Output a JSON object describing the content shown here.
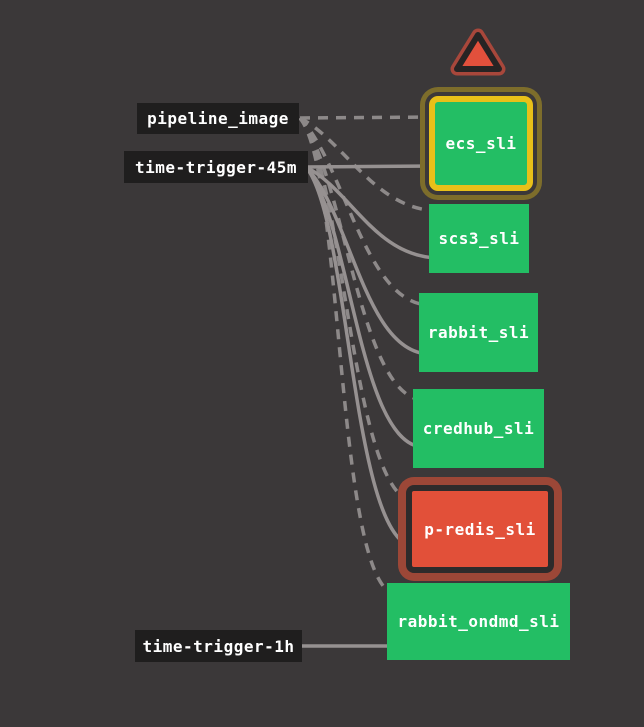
{
  "app": {
    "name": "pipeline-graph"
  },
  "colors": {
    "background": "#3b3839",
    "label_bg": "#1f1e1e",
    "label_text": "#ffffff",
    "job_green": "#23be64",
    "job_red": "#e25039",
    "running_border_yellow": "#e8c019",
    "running_ring_olive": "#7d6d2b",
    "failed_ring": "#9c4737",
    "failed_inner_border": "#2e2b2b",
    "edge_dashed": "#8d8989",
    "edge_solid": "#969191",
    "triangle_fill": "#e2503c",
    "triangle_ring": "#a8473b",
    "triangle_inner_stroke": "#272424"
  },
  "icons": [
    {
      "name": "triangle-icon",
      "shape": "rounded-triangle-up",
      "fill": "#e2503c"
    }
  ],
  "resources": [
    {
      "id": "pipeline_image",
      "label": "pipeline_image"
    },
    {
      "id": "time-trigger-45m",
      "label": "time-trigger-45m"
    },
    {
      "id": "time-trigger-1h",
      "label": "time-trigger-1h"
    }
  ],
  "jobs": [
    {
      "id": "ecs_sli",
      "label": "ecs_sli",
      "status": "succeeded-running"
    },
    {
      "id": "scs3_sli",
      "label": "scs3_sli",
      "status": "succeeded"
    },
    {
      "id": "rabbit_sli",
      "label": "rabbit_sli",
      "status": "succeeded"
    },
    {
      "id": "credhub_sli",
      "label": "credhub_sli",
      "status": "succeeded"
    },
    {
      "id": "p-redis_sli",
      "label": "p-redis_sli",
      "status": "failed-running"
    },
    {
      "id": "rabbit_ondmd_sli",
      "label": "rabbit_ondmd_sli",
      "status": "succeeded"
    }
  ],
  "edges": [
    {
      "from": "pipeline_image",
      "to": "ecs_sli",
      "kind": "input"
    },
    {
      "from": "pipeline_image",
      "to": "scs3_sli",
      "kind": "input"
    },
    {
      "from": "pipeline_image",
      "to": "rabbit_sli",
      "kind": "input"
    },
    {
      "from": "pipeline_image",
      "to": "credhub_sli",
      "kind": "input"
    },
    {
      "from": "pipeline_image",
      "to": "p-redis_sli",
      "kind": "input"
    },
    {
      "from": "pipeline_image",
      "to": "rabbit_ondmd_sli",
      "kind": "input"
    },
    {
      "from": "time-trigger-45m",
      "to": "ecs_sli",
      "kind": "trigger"
    },
    {
      "from": "time-trigger-45m",
      "to": "scs3_sli",
      "kind": "trigger"
    },
    {
      "from": "time-trigger-45m",
      "to": "rabbit_sli",
      "kind": "trigger"
    },
    {
      "from": "time-trigger-45m",
      "to": "credhub_sli",
      "kind": "trigger"
    },
    {
      "from": "time-trigger-45m",
      "to": "p-redis_sli",
      "kind": "trigger"
    },
    {
      "from": "time-trigger-1h",
      "to": "rabbit_ondmd_sli",
      "kind": "trigger"
    }
  ]
}
